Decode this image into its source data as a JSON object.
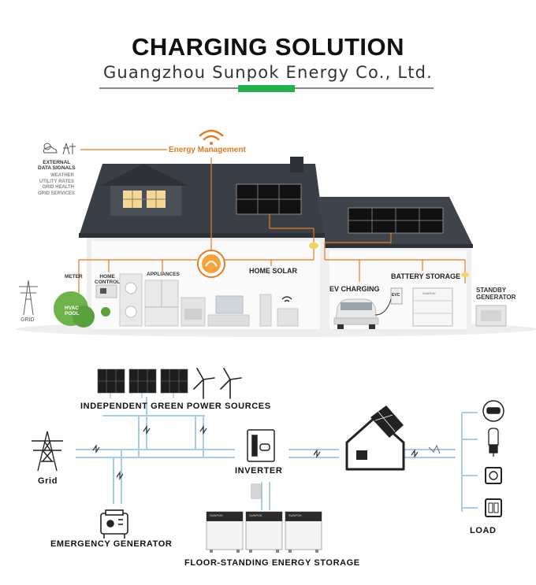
{
  "header": {
    "title": "CHARGING SOLUTION",
    "subtitle": "Guangzhou Sunpok Energy Co., Ltd."
  },
  "house": {
    "energy_management": "Energy Management",
    "external_title": "EXTERNAL\nDATA SIGNALS",
    "external_items": "WEATHER\nUTILITY RATES\nGRID HEALTH\nGRID SERVICES",
    "meter": "METER",
    "home_control": "HOME\nCONTROL",
    "appliances": "APPLIANCES",
    "home_solar": "HOME SOLAR",
    "ev_charging": "EV CHARGING",
    "evc": "EVC",
    "battery_storage": "BATTERY STORAGE",
    "standby_generator": "STANDBY\nGENERATOR",
    "grid": "GRID",
    "hvac_pool": "HVAC\nPOOL",
    "battery_brand": "SUNPOK"
  },
  "schematic": {
    "green_sources": "INDEPENDENT GREEN POWER SOURCES",
    "grid": "Grid",
    "inverter": "INVERTER",
    "emergency_generator": "EMERGENCY GENERATOR",
    "floor_storage": "FLOOR-STANDING ENERGY STORAGE",
    "load": "LOAD",
    "battery_brand": "SUNPOK"
  },
  "colors": {
    "accent_green": "#23b14d",
    "energy_orange": "#e8791f",
    "wire_blue": "#a9cde6",
    "roof_dark": "#3a3f47"
  }
}
